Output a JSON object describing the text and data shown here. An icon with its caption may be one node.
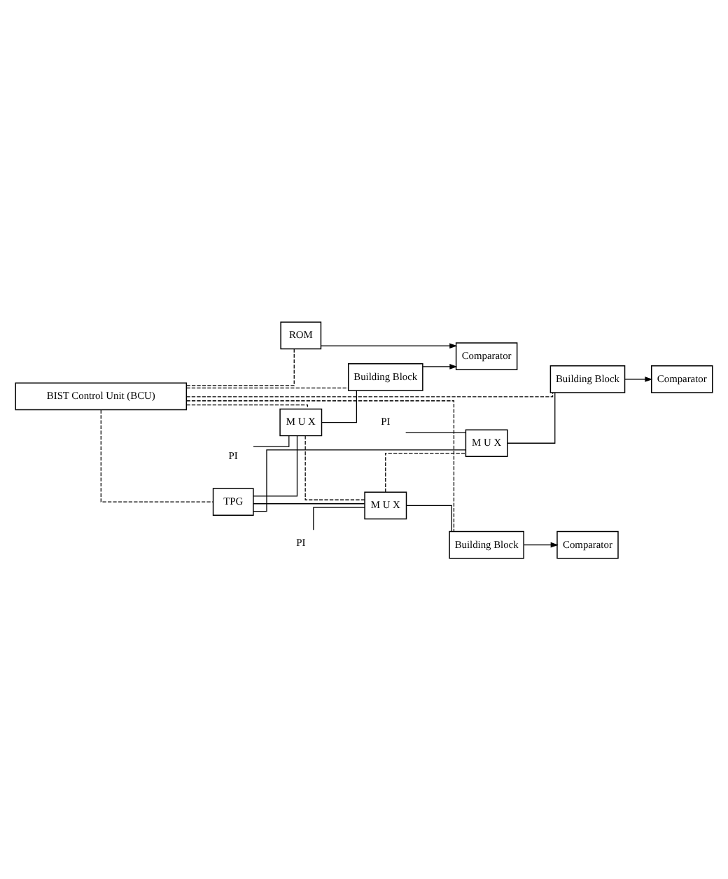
{
  "diagram": {
    "nodes": [
      {
        "text": [
          "BIST Control Unit (BCU)"
        ]
      },
      {
        "text": [
          "TPG"
        ]
      },
      {
        "text": [
          "ROM"
        ]
      },
      {
        "text": [
          "M U X"
        ]
      },
      {
        "text": [
          "PI"
        ]
      },
      {
        "text": [
          "Building Block"
        ]
      },
      {
        "text": [
          "Comparator"
        ]
      },
      {
        "text": [
          "M U X"
        ]
      },
      {
        "text": [
          "PI"
        ]
      },
      {
        "text": [
          "Building Block"
        ]
      },
      {
        "text": [
          "Comparator"
        ]
      },
      {
        "text": [
          "Comparator"
        ]
      },
      {
        "text": [
          "M U X"
        ]
      },
      {
        "text": [
          "PI"
        ]
      },
      {
        "text": [
          "Building Block"
        ]
      }
    ],
    "edges": [
      {
        "from": 0,
        "to": 1,
        "arrow": "none",
        "style": "dashed"
      },
      {
        "from": 0,
        "to": 3,
        "arrow": "none",
        "style": "dashed"
      },
      {
        "from": 0,
        "to": 2,
        "arrow": "none",
        "style": "dashed"
      },
      {
        "from": 0,
        "to": 5,
        "arrow": "none",
        "style": "dashed"
      },
      {
        "from": 0,
        "to": 9,
        "arrow": "none",
        "style": "dashed"
      },
      {
        "from": 0,
        "to": 14,
        "arrow": "none",
        "style": "dashed"
      },
      {
        "from": 3,
        "to": 7,
        "arrow": "none",
        "style": "dashed"
      },
      {
        "from": 7,
        "to": 12,
        "arrow": "none",
        "style": "dashed"
      },
      {
        "from": 1,
        "to": 3,
        "arrow": "none"
      },
      {
        "from": 1,
        "to": 7,
        "arrow": "none"
      },
      {
        "from": 1,
        "to": 12,
        "arrow": "none"
      },
      {
        "from": 4,
        "to": 3,
        "arrow": "none"
      },
      {
        "from": 8,
        "to": 7,
        "arrow": "none"
      },
      {
        "from": 13,
        "to": 12,
        "arrow": "none"
      },
      {
        "from": 3,
        "to": 5,
        "arrow": "none"
      },
      {
        "from": 7,
        "to": 9,
        "arrow": "none"
      },
      {
        "from": 12,
        "to": 14,
        "arrow": "none"
      },
      {
        "from": 2,
        "to": 6,
        "arrow": "to"
      },
      {
        "from": 5,
        "to": 6,
        "arrow": "to"
      },
      {
        "from": 9,
        "to": 10,
        "arrow": "to"
      },
      {
        "from": 14,
        "to": 11,
        "arrow": "to"
      }
    ]
  }
}
